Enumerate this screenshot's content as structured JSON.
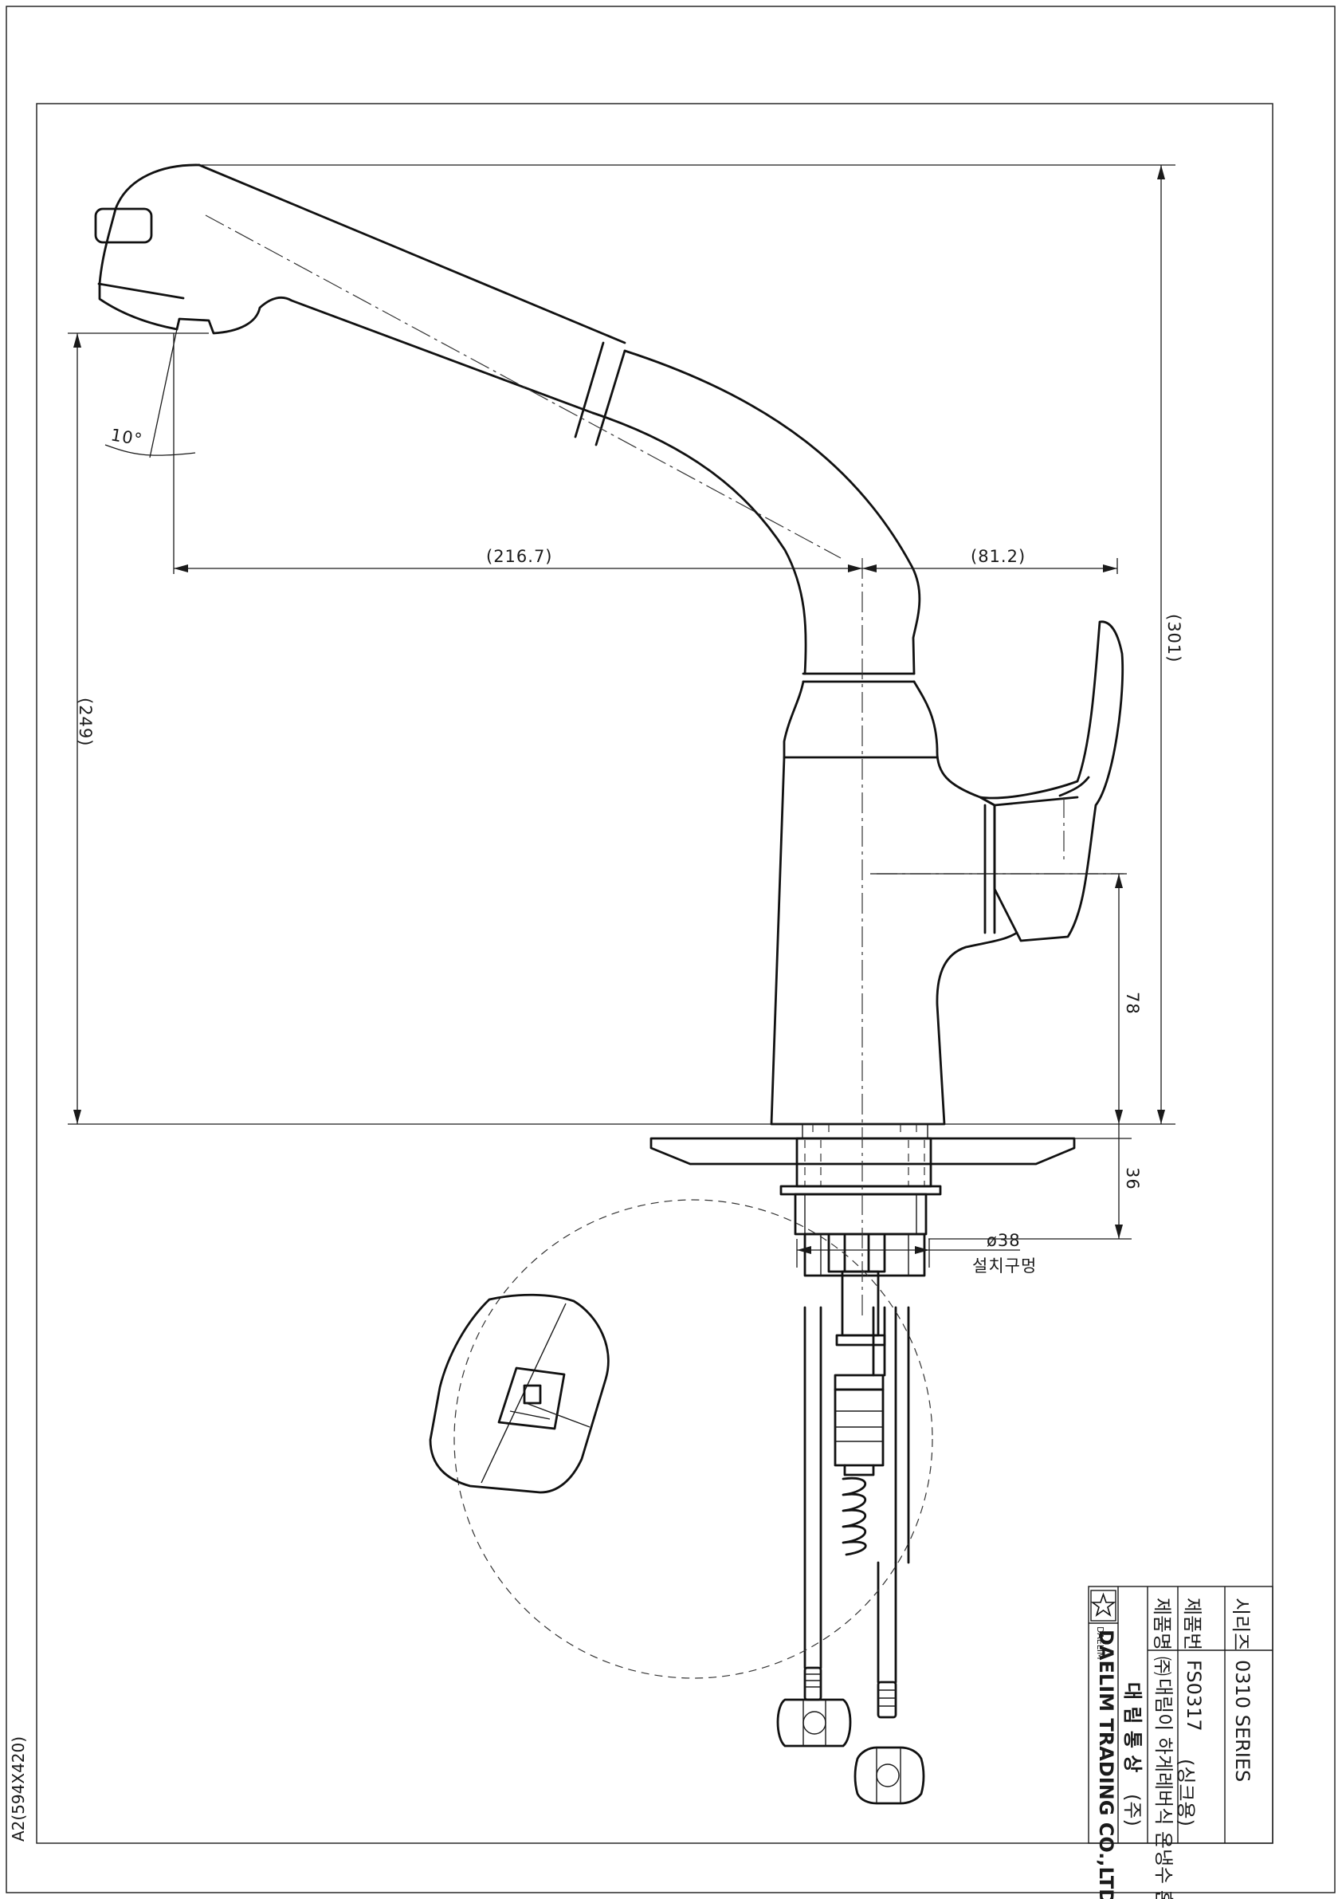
{
  "sheet": {
    "paper_size": "A2(594X420)"
  },
  "dimensions": {
    "horizontal_spout": "(216.7)",
    "horizontal_lever": "(81.2)",
    "overall_height": "(301)",
    "spout_height": "(249)",
    "lever_height": "78",
    "base_height": "36",
    "spray_angle": "10°",
    "hole_diameter": "ø38",
    "hole_label": "설치구멍"
  },
  "title_block": {
    "series_label": "시리즈",
    "series_value": "0310 SERIES",
    "model_label": "제품번",
    "model_value": "FS0317",
    "name_label": "제품명",
    "name_prefix": "㈜",
    "name_value": "대림이 하게레버식 온냉수 혼합꼭지",
    "name_suffix": "(싱크용)",
    "company_korean": "대 림 통 상",
    "company_mark": "(주)",
    "company_english": "DAELIM TRADING  CO.,LTD",
    "logo_text": "DAELIM"
  },
  "icons": {
    "logo": "star-logo-icon"
  }
}
